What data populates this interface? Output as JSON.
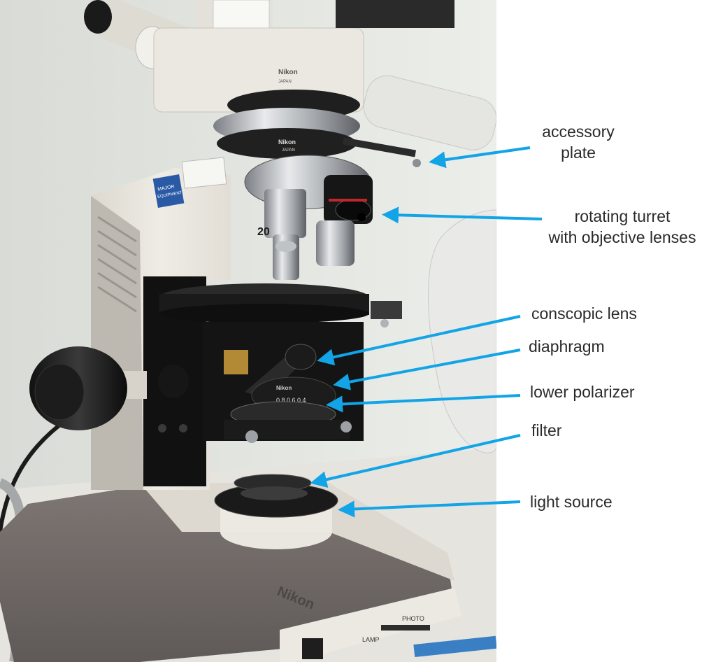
{
  "labels": {
    "accessory_plate": [
      "accessory",
      "plate"
    ],
    "rotating_turret": [
      "rotating turret",
      "with objective lenses"
    ],
    "conscopic_lens": "conscopic lens",
    "diaphragm": "diaphragm",
    "lower_polarizer": "lower polarizer",
    "filter": "filter",
    "light_source": "light source"
  },
  "photo_text": {
    "brand_head": "Nikon",
    "brand_japan": "JAPAN",
    "sticker": [
      "MAJOR",
      "EQUIPMENT"
    ],
    "condenser_brand": "Nikon",
    "condenser_scale": "0.8 0.6 0.4",
    "objective_mark": "20",
    "base_brand": "Nikon",
    "lamp": "LAMP",
    "photo": "PHOTO"
  },
  "colors": {
    "arrow": "#12a4e6",
    "label_text": "#2a2a2a"
  }
}
